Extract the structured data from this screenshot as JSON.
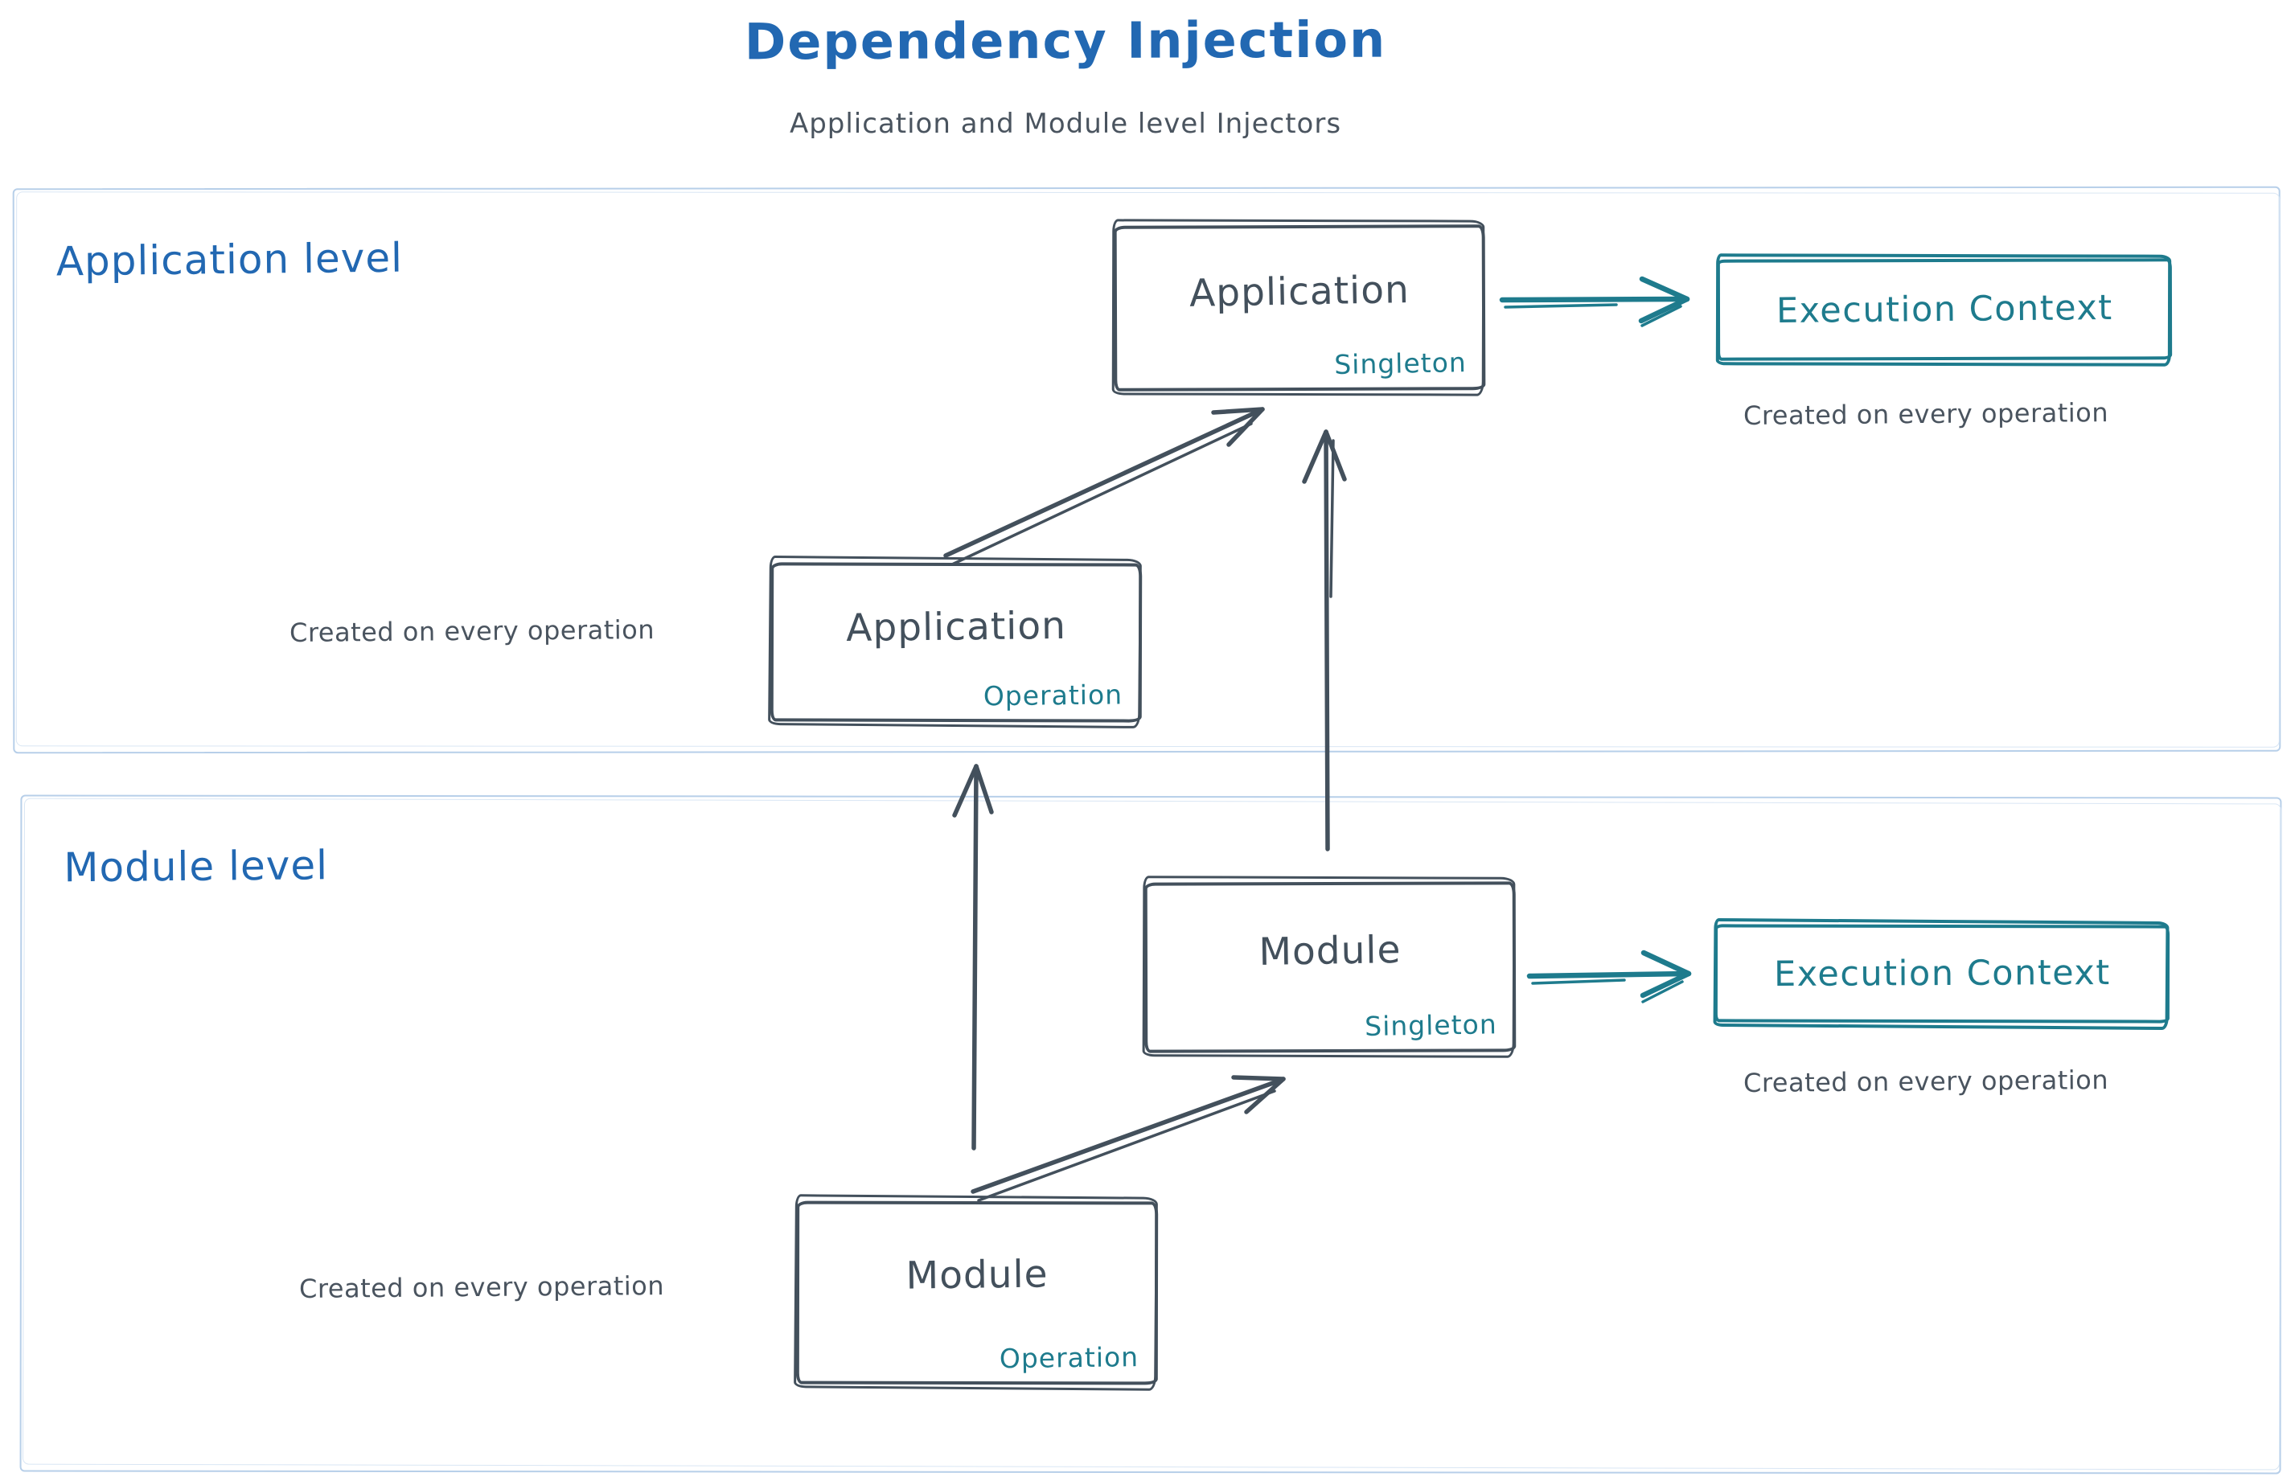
{
  "title": "Dependency Injection",
  "subtitle": "Application and Module level Injectors",
  "colors": {
    "title_blue": "#2268b2",
    "ink_dark_slate": "#43505c",
    "teal": "#1e7b8d",
    "frame_light_blue": "#b7cfe9"
  },
  "sections": {
    "application": {
      "label": "Application level",
      "singleton_box": {
        "title": "Application",
        "tag": "Singleton"
      },
      "operation_box": {
        "title": "Application",
        "tag": "Operation"
      },
      "operation_caption": "Created on every operation",
      "execution_context": {
        "title": "Execution Context",
        "caption": "Created on every operation"
      }
    },
    "module": {
      "label": "Module level",
      "singleton_box": {
        "title": "Module",
        "tag": "Singleton"
      },
      "operation_box": {
        "title": "Module",
        "tag": "Operation"
      },
      "operation_caption": "Created on every operation",
      "execution_context": {
        "title": "Execution Context",
        "caption": "Created on every operation"
      }
    }
  }
}
